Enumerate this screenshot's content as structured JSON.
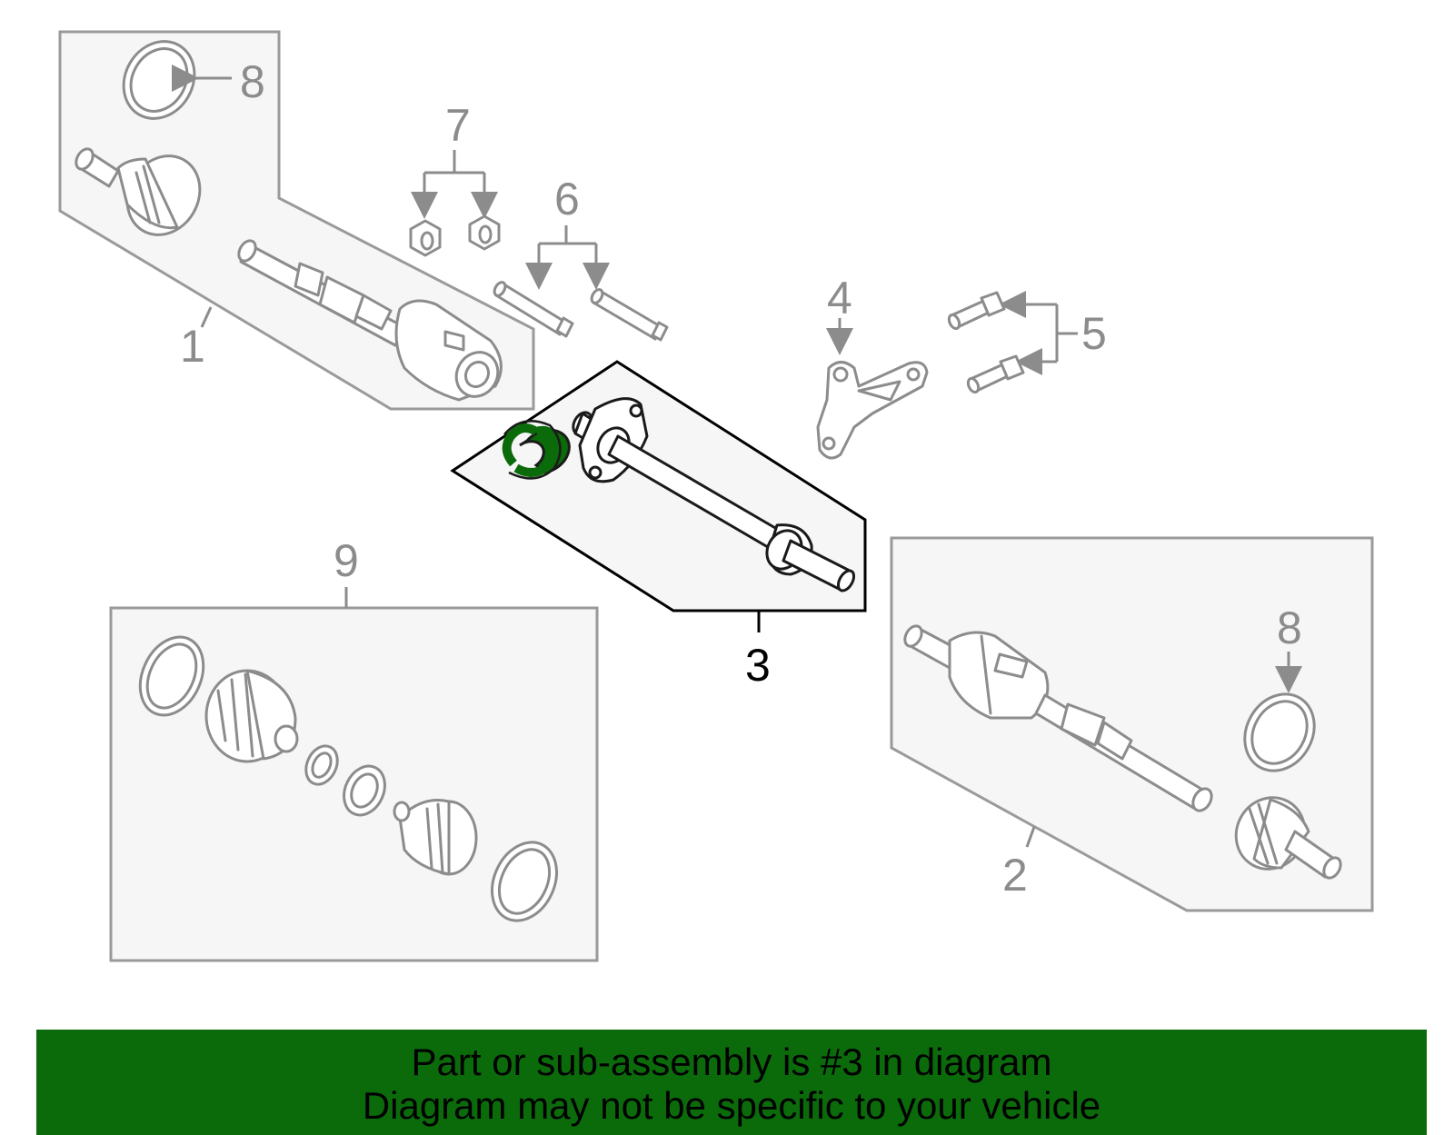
{
  "diagram": {
    "callouts": {
      "c1": "1",
      "c2": "2",
      "c3": "3",
      "c4": "4",
      "c5": "5",
      "c6": "6",
      "c7": "7",
      "c8_left": "8",
      "c8_right": "8",
      "c9": "9"
    },
    "highlighted_part": "3",
    "colors": {
      "highlight_ring": "#0b6b0b",
      "banner_bg": "#0b6b0b",
      "inactive_line": "#8c8c8c",
      "active_line": "#000000"
    }
  },
  "banner": {
    "line1": "Part or sub-assembly is #3 in diagram",
    "line2": "Diagram may not be specific to your vehicle"
  }
}
